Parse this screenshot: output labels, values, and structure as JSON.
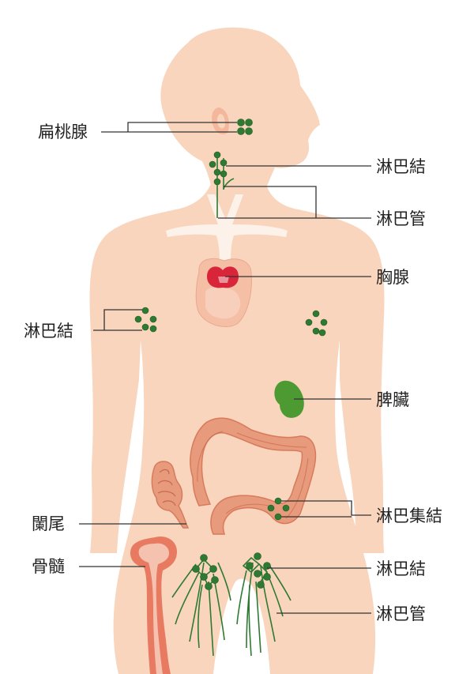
{
  "labels": {
    "tonsil": "扁桃腺",
    "lymph_node_neck": "淋巴結",
    "lymph_vessel_neck": "淋巴管",
    "thymus": "胸腺",
    "lymph_node_armpit": "淋巴結",
    "spleen": "脾臟",
    "aggregated_lymph_nodes": "淋巴集結",
    "appendix": "闌尾",
    "bone_marrow": "骨髓",
    "lymph_node_groin": "淋巴結",
    "lymph_vessel_leg": "淋巴管"
  },
  "colors": {
    "skin": "#f9d5bd",
    "skin_light": "#fde6d6",
    "lymph_node": "#2f7a32",
    "thymus": "#d8253a",
    "spleen": "#4d9a33",
    "intestine": "#e89a7c",
    "vessel_white": "#fdf2ea"
  }
}
